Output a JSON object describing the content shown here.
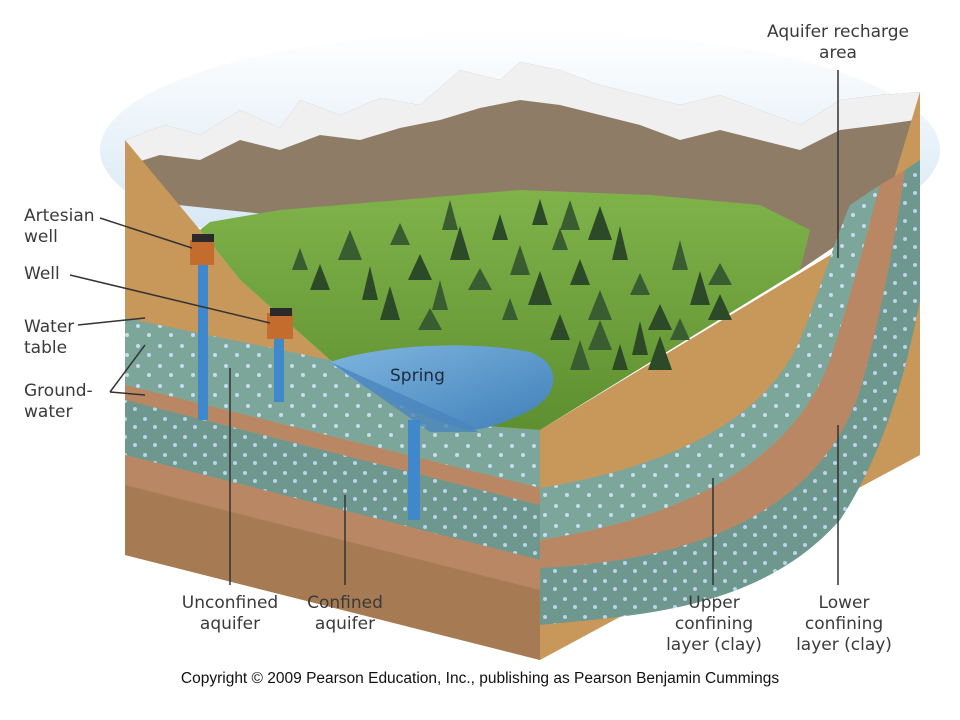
{
  "labels": {
    "aquifer_recharge": [
      "Aquifer recharge",
      "area"
    ],
    "artesian_well": [
      "Artesian",
      "well"
    ],
    "well": "Well",
    "water_table": [
      "Water",
      "table"
    ],
    "groundwater": [
      "Ground-",
      "water"
    ],
    "spring": "Spring",
    "unconfined_aquifer": [
      "Unconfined",
      "aquifer"
    ],
    "confined_aquifer": [
      "Confined",
      "aquifer"
    ],
    "upper_confining": [
      "Upper",
      "confining",
      "layer (clay)"
    ],
    "lower_confining": [
      "Lower",
      "confining",
      "layer (clay)"
    ]
  },
  "copyright": "Copyright © 2009 Pearson Education, Inc., publishing as Pearson Benjamin Cummings",
  "colors": {
    "soil": "#c8975a",
    "soil_dark": "#a8763f",
    "clay": "#b98a66",
    "aquifer": "#7fa79c",
    "water": "#5d9ad0",
    "grass": "#6d9a3a",
    "mountain": "#8c7a66",
    "snow": "#f2f2f2"
  }
}
